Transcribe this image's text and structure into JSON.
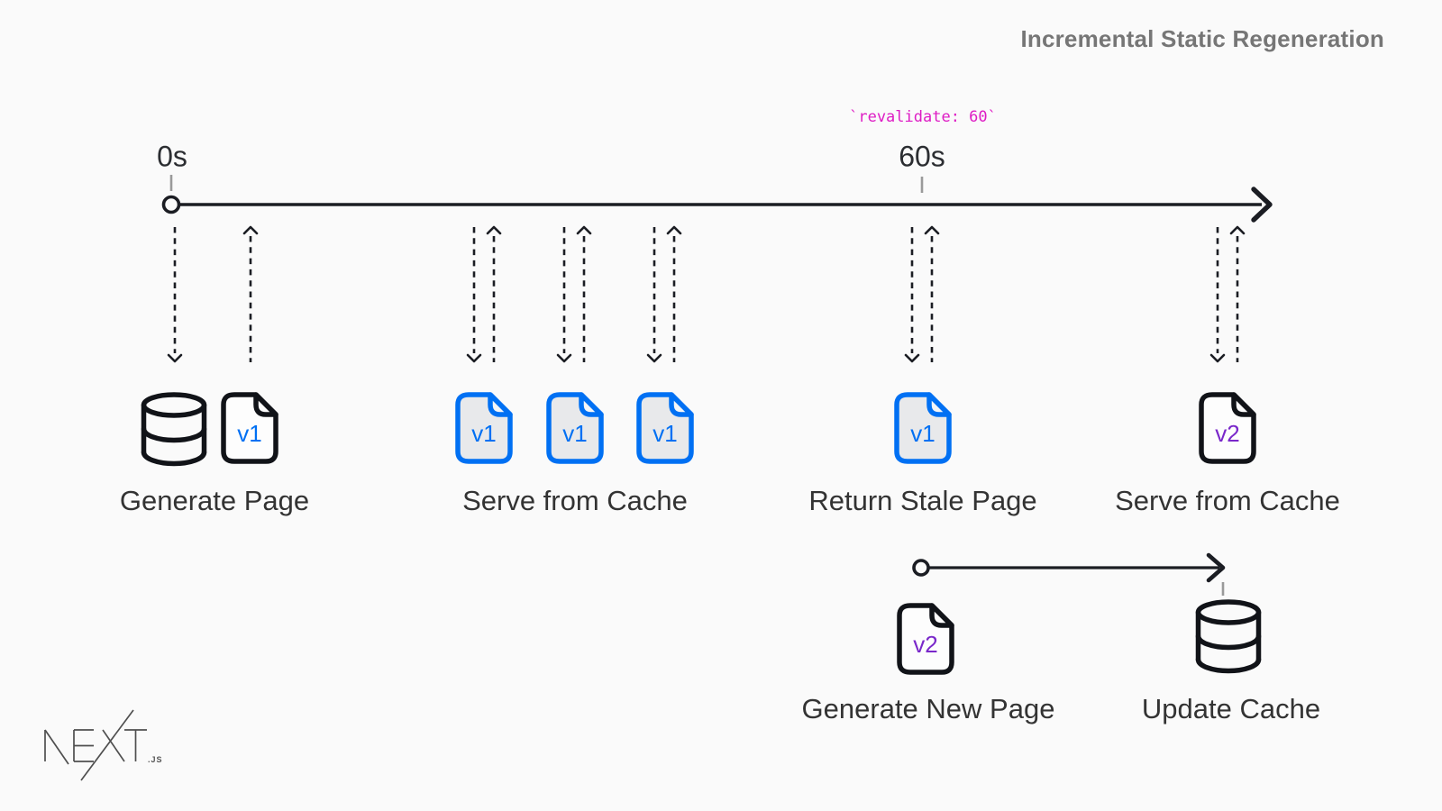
{
  "header": {
    "title": "Incremental Static Regeneration"
  },
  "timeline": {
    "code_annotation": "`revalidate: 60`",
    "start_label": "0s",
    "end_label": "60s"
  },
  "steps": {
    "generate_page": {
      "label": "Generate Page",
      "version": "v1"
    },
    "serve_from_cache": {
      "label": "Serve from Cache",
      "versions": [
        "v1",
        "v1",
        "v1"
      ]
    },
    "return_stale_page": {
      "label": "Return Stale Page",
      "version": "v1"
    },
    "serve_from_cache_new": {
      "label": "Serve from Cache",
      "version": "v2"
    },
    "generate_new_page": {
      "label": "Generate New Page",
      "version": "v2"
    },
    "update_cache": {
      "label": "Update Cache"
    }
  },
  "logo": {
    "brand": "NEXT",
    "suffix": ".JS"
  },
  "colors": {
    "background": "#fafafa",
    "line_dark": "#1b1d23",
    "v1_blue": "#0070f3",
    "v2_purple": "#7a28ca",
    "code_magenta": "#de1bc4",
    "title_gray": "#767676",
    "label_dark": "#333333",
    "tick_gray": "#9a9a9a"
  }
}
